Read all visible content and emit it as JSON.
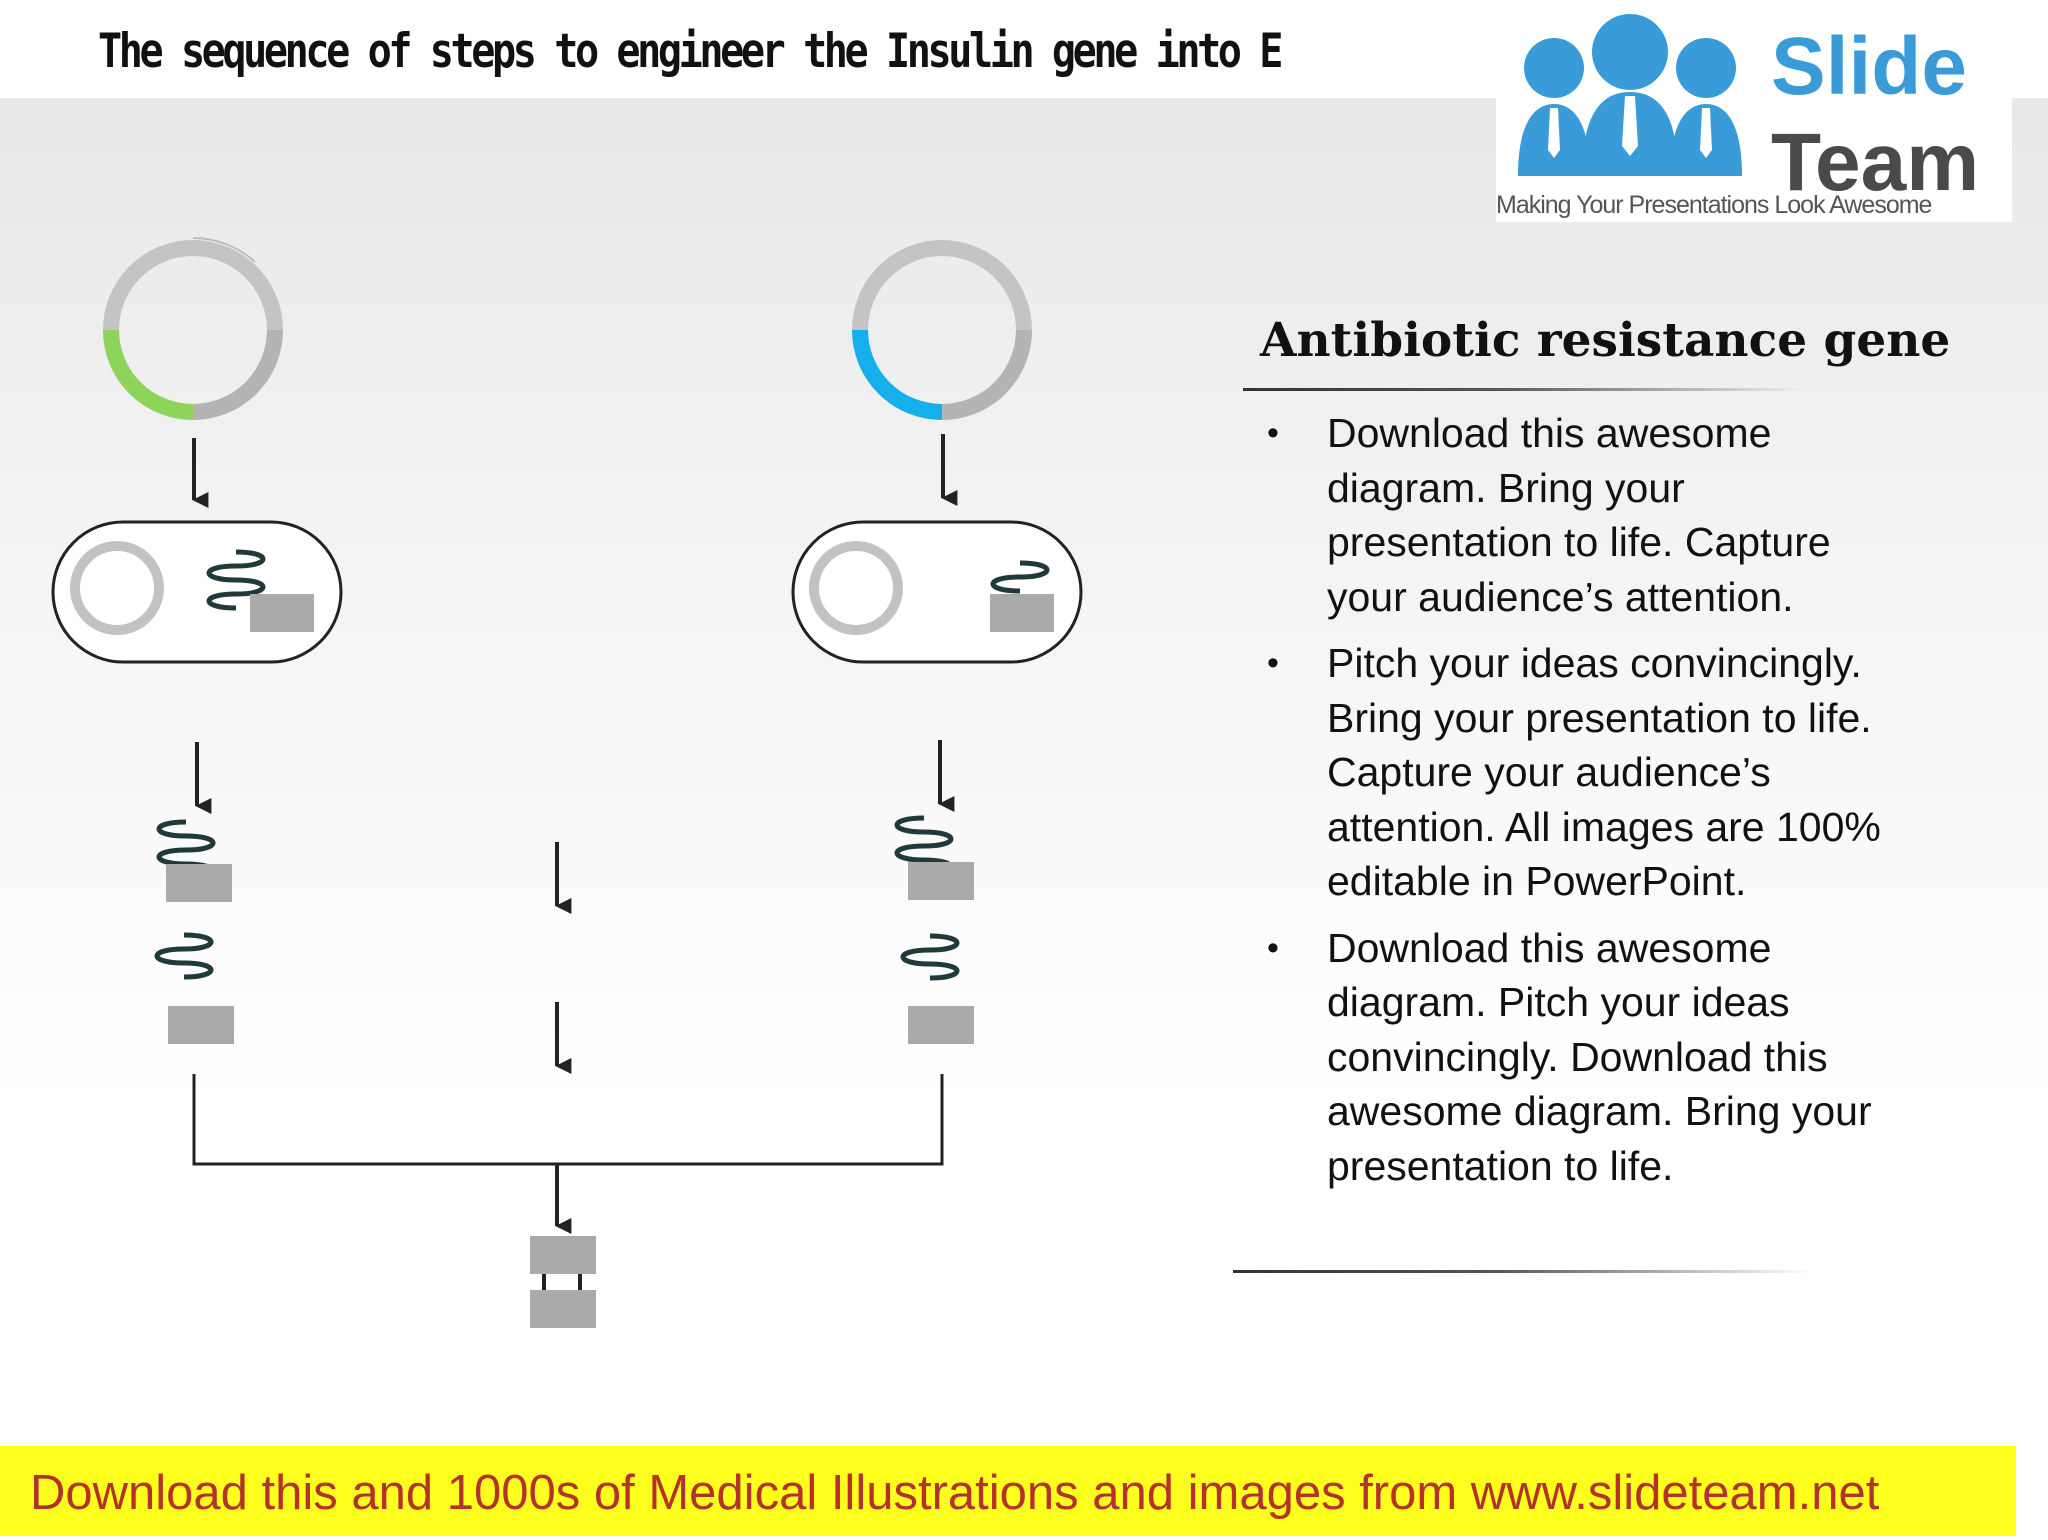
{
  "slide": {
    "title": "The sequence of steps to engineer the Insulin gene into E coli cells"
  },
  "logo": {
    "word1": "Slide",
    "word2": "Team",
    "tagline": "Making Your Presentations Look Awesome",
    "colors": {
      "people": "#3a9bd9",
      "team_text": "#4a4a4a"
    }
  },
  "panel": {
    "heading": "Antibiotic resistance gene",
    "bullets": [
      "Download this awesome diagram. Bring your presentation to life. Capture your audience’s attention.",
      "Pitch your ideas convincingly. Bring your presentation to life. Capture your audience’s attention. All images are 100% editable in PowerPoint.",
      "Download this awesome diagram. Pitch your ideas convincingly. Download this awesome diagram. Bring your presentation to life."
    ]
  },
  "diagram": {
    "colors": {
      "plasmid_ring": "#c4c4c4",
      "accent_left": "#8ed45a",
      "accent_right": "#15b0ec",
      "gene_block": "#aaaaaa",
      "dna_coil": "#1f3a38",
      "line": "#222222"
    }
  },
  "footer": {
    "banner": "Download this and 1000s of Medical Illustrations and images from www.slideteam.net",
    "colors": {
      "background": "#ffff1e",
      "text": "#b5322a"
    }
  }
}
